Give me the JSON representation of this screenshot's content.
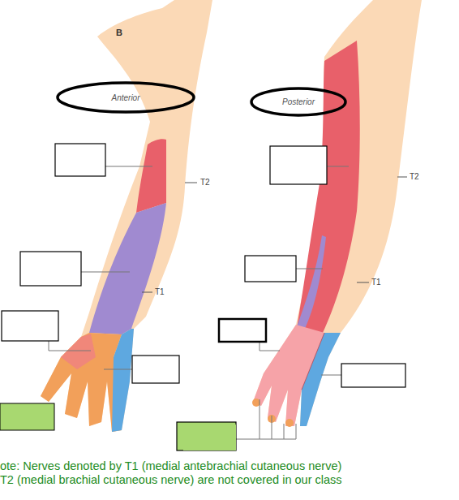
{
  "diagram": {
    "nodes": [
      {
        "text": [
          "Anterior"
        ]
      },
      {
        "text": [
          "Posterior"
        ]
      }
    ],
    "labels": [
      "B",
      "T2",
      "T1",
      "T2",
      "T1",
      "ote: Nerves denoted by T1 (medial antebrachial cutaneous nerve) T2 (medial brachial cutaneous nerve) are not covered in our class"
    ]
  }
}
